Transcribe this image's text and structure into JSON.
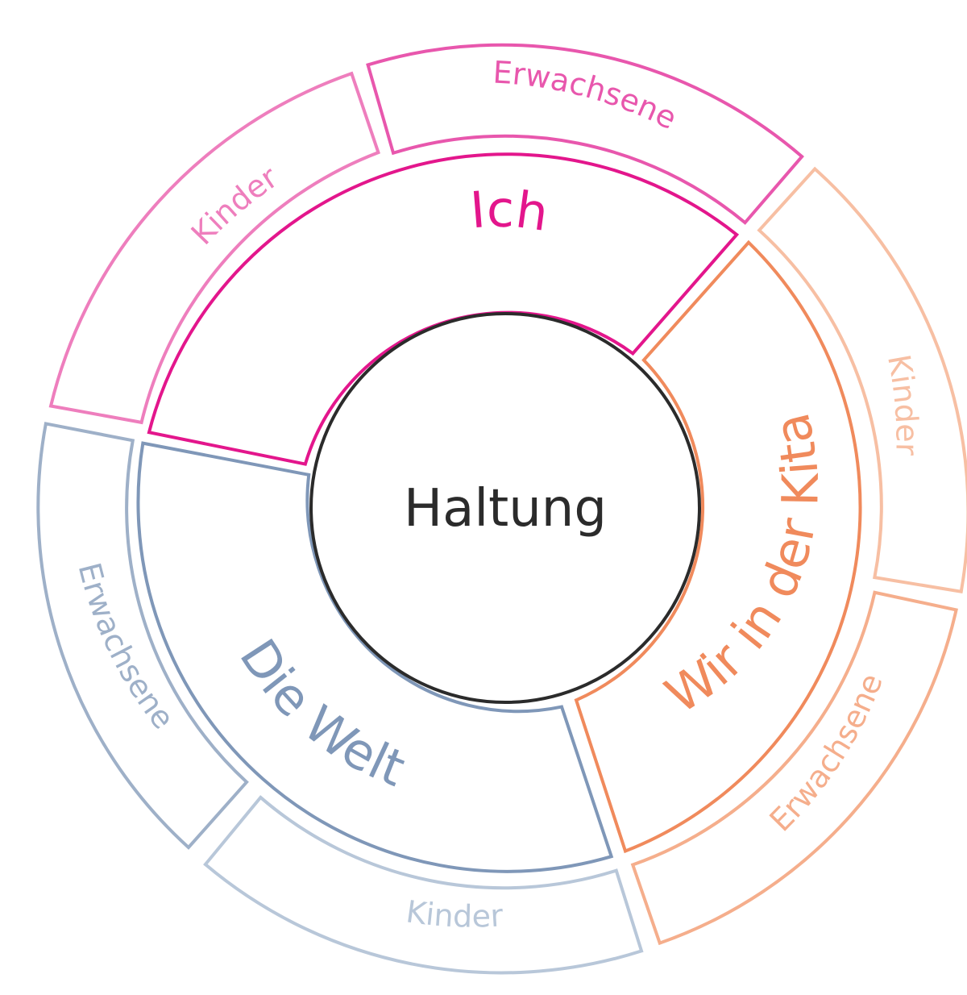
{
  "center": {
    "label": "Haltung",
    "color": "#2b2b2b"
  },
  "sections": [
    {
      "key": "ich",
      "label": "Ich",
      "color": "#e3168c",
      "sub": [
        {
          "label": "Kinder",
          "color": "#ee7ebd"
        },
        {
          "label": "Erwachsene",
          "color": "#e857ad"
        }
      ]
    },
    {
      "key": "kita",
      "label": "Wir in der Kita",
      "color": "#f08a5c",
      "sub": [
        {
          "label": "Kinder",
          "color": "#f7bfa3"
        },
        {
          "label": "Erwachsene",
          "color": "#f5ae8c"
        }
      ]
    },
    {
      "key": "welt",
      "label": "Die Welt",
      "color": "#7f97b8",
      "sub": [
        {
          "label": "Kinder",
          "color": "#b8c7d9"
        },
        {
          "label": "Erwachsene",
          "color": "#9eb0c8"
        }
      ]
    }
  ]
}
